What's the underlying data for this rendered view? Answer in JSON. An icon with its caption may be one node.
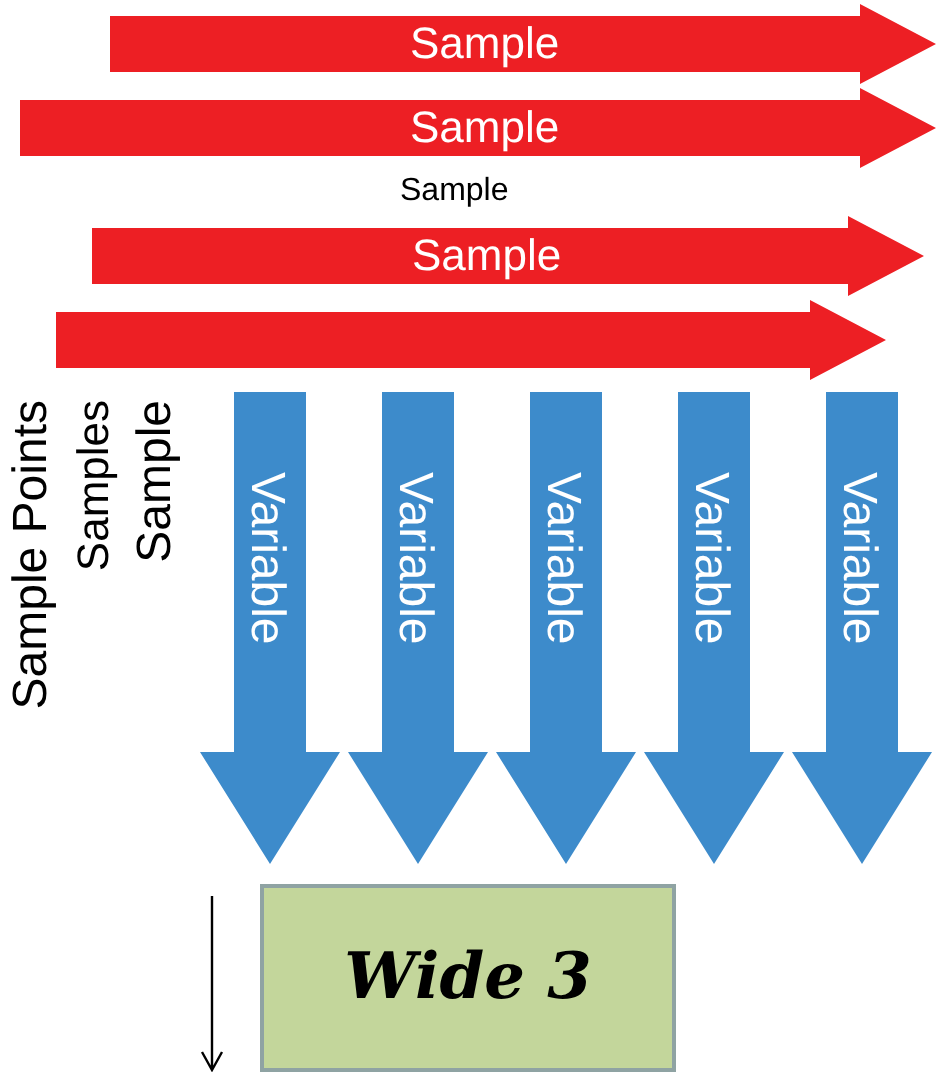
{
  "diagram": {
    "nodes": [
      {
        "text": [
          "Sample"
        ]
      },
      {
        "text": [
          "Sample"
        ]
      },
      {
        "text": [
          "Sample"
        ]
      },
      {
        "text": [],
        "shape": "arrow"
      },
      {
        "text": [
          "Variable"
        ]
      },
      {
        "text": [
          "Variable"
        ]
      },
      {
        "text": [
          "Variable"
        ]
      },
      {
        "text": [
          "Variable"
        ]
      },
      {
        "text": [
          "Variable"
        ]
      },
      {
        "text": [
          "Wide 3"
        ]
      }
    ],
    "labels": [
      "Sample",
      "Sample Points",
      "Samples",
      "Sample"
    ]
  }
}
